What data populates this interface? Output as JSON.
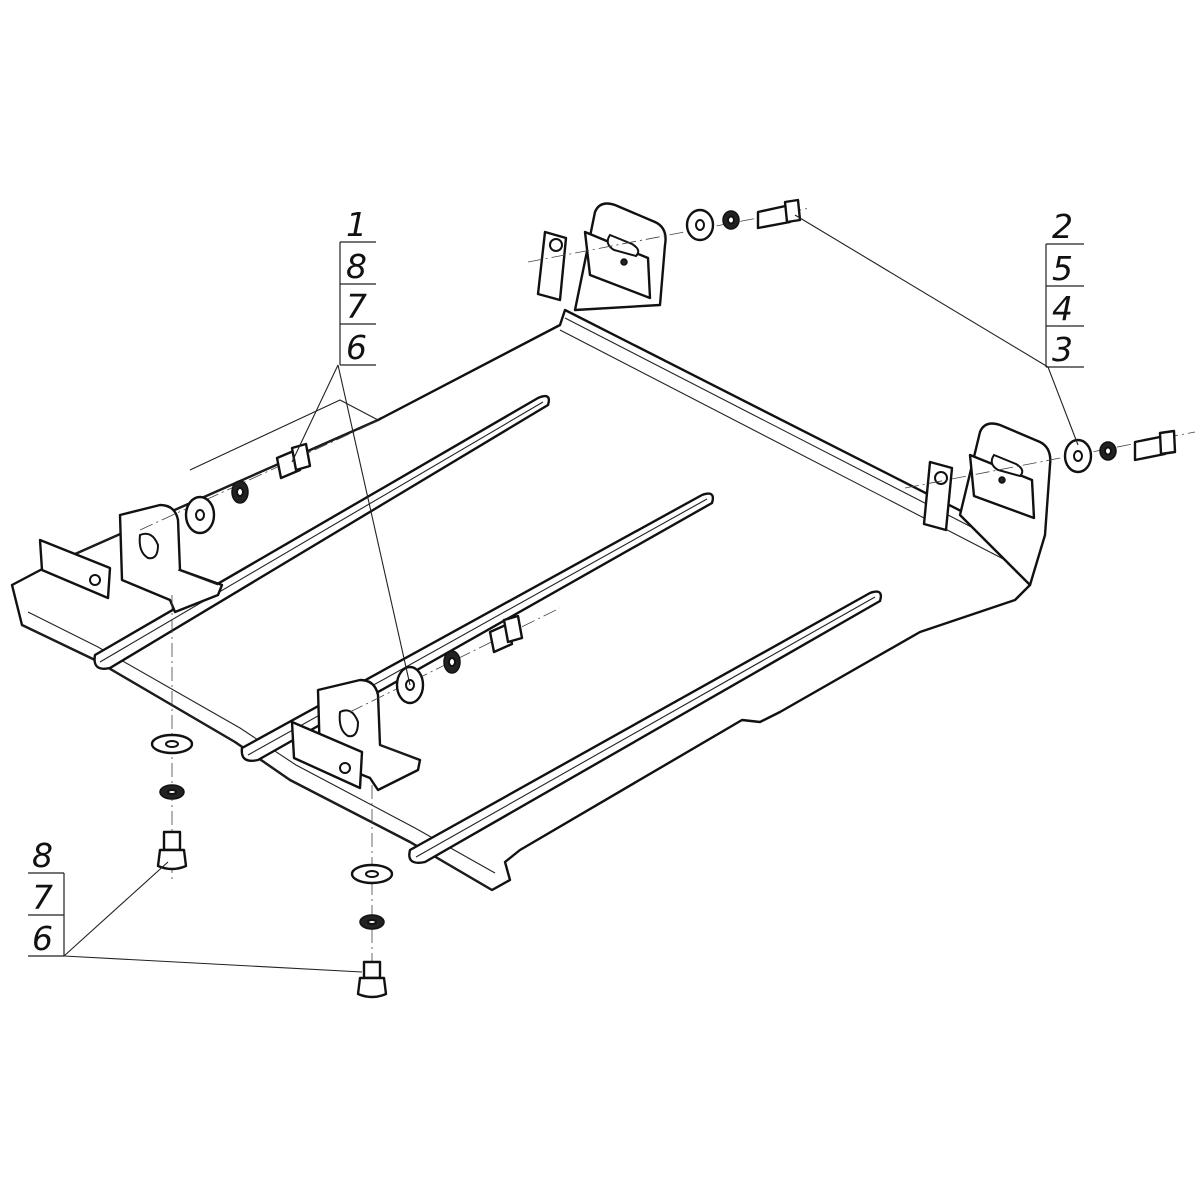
{
  "callouts": {
    "left_top": [
      "1",
      "8",
      "7",
      "6"
    ],
    "right_top": [
      "2",
      "5",
      "4",
      "3"
    ],
    "bottom_left": [
      "8",
      "7",
      "6"
    ]
  }
}
